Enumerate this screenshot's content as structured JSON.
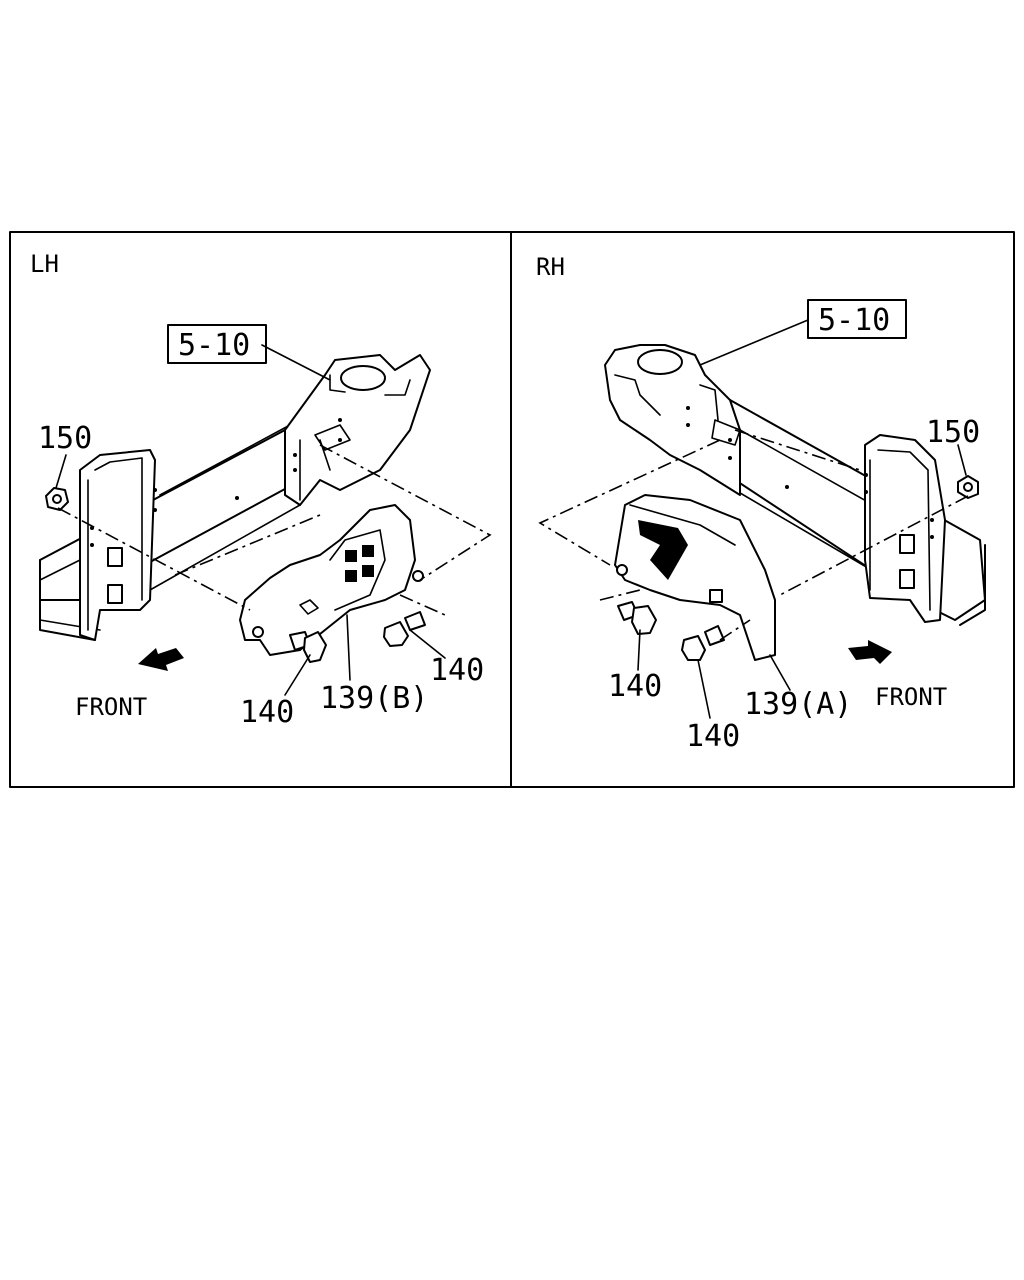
{
  "panels": {
    "left": {
      "side": "LH",
      "ref": "5-10",
      "callouts": {
        "nut": "150",
        "bolt_a": "140",
        "bolt_b": "140",
        "bracket": "139(B)"
      },
      "direction": "FRONT"
    },
    "right": {
      "side": "RH",
      "ref": "5-10",
      "callouts": {
        "nut": "150",
        "bolt_a": "140",
        "bolt_b": "140",
        "bracket": "139(A)"
      },
      "direction": "FRONT"
    }
  }
}
